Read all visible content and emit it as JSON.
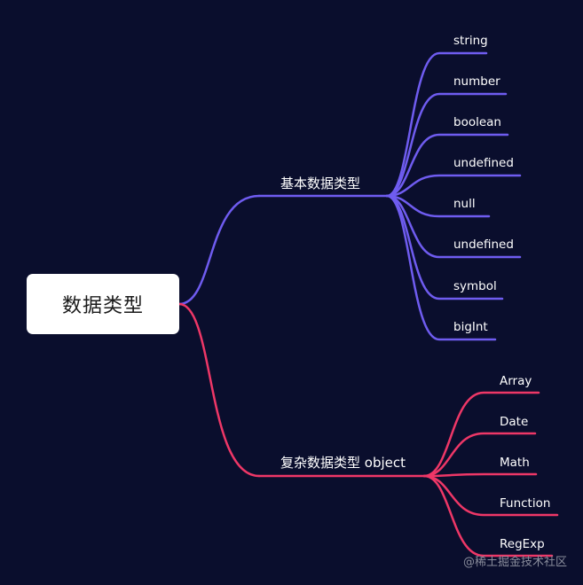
{
  "root": {
    "label": "数据类型"
  },
  "branches": [
    {
      "label": "基本数据类型",
      "color": "#6f5cf0",
      "children": [
        "string",
        "number",
        "boolean",
        "undefined",
        "null",
        "undefined",
        "symbol",
        "bigInt"
      ]
    },
    {
      "label": "复杂数据类型 object",
      "color": "#ee3767",
      "children": [
        "Array",
        "Date",
        "Math",
        "Function",
        "RegExp"
      ]
    }
  ],
  "watermark": "@稀土掘金技术社区"
}
